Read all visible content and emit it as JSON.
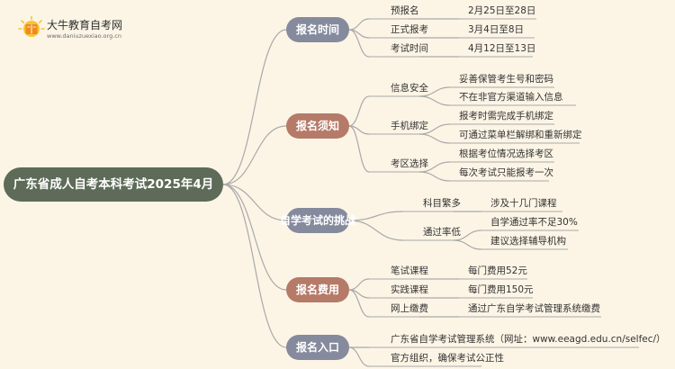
{
  "logo": {
    "title": "大牛教育自考网",
    "url": "www.daniuzuexiao.org.cn"
  },
  "root": {
    "label": "广东省成人自考本科考试2025年4月",
    "color": "#5d6b58"
  },
  "colors": {
    "branch_fill": "#b57a68",
    "branch_alt_fill": "#858a9d",
    "line": "#a9a9a9",
    "text": "#333333",
    "branch_text": "#ffffff"
  },
  "branches": [
    {
      "label": "报名时间",
      "style": "alt",
      "items": [
        {
          "label": "预报名",
          "children": [
            "2月25日至28日"
          ]
        },
        {
          "label": "正式报考",
          "children": [
            "3月4日至8日"
          ]
        },
        {
          "label": "考试时间",
          "children": [
            "4月12日至13日"
          ]
        }
      ]
    },
    {
      "label": "报名须知",
      "style": "main",
      "items": [
        {
          "label": "信息安全",
          "children": [
            "妥善保管考生号和密码",
            "不在非官方渠道输入信息"
          ]
        },
        {
          "label": "手机绑定",
          "children": [
            "报考时需完成手机绑定",
            "可通过菜单栏解绑和重新绑定"
          ]
        },
        {
          "label": "考区选择",
          "children": [
            "根据考位情况选择考区",
            "每次考试只能报考一次"
          ]
        }
      ]
    },
    {
      "label": "自学考试的挑战",
      "style": "alt",
      "items": [
        {
          "label": "科目繁多",
          "children": [
            "涉及十几门课程"
          ]
        },
        {
          "label": "通过率低",
          "children": [
            "自学通过率不足30%",
            "建议选择辅导机构"
          ]
        }
      ]
    },
    {
      "label": "报名费用",
      "style": "main",
      "items": [
        {
          "label": "笔试课程",
          "children": [
            "每门费用52元"
          ]
        },
        {
          "label": "实践课程",
          "children": [
            "每门费用150元"
          ]
        },
        {
          "label": "网上缴费",
          "children": [
            "通过广东自学考试管理系统缴费"
          ]
        }
      ]
    },
    {
      "label": "报名入口",
      "style": "alt",
      "items": [
        {
          "label": "广东省自学考试管理系统（网址：www.eeagd.edu.cn/selfec/）",
          "children": []
        },
        {
          "label": "官方组织，确保考试公正性",
          "children": []
        }
      ]
    }
  ]
}
